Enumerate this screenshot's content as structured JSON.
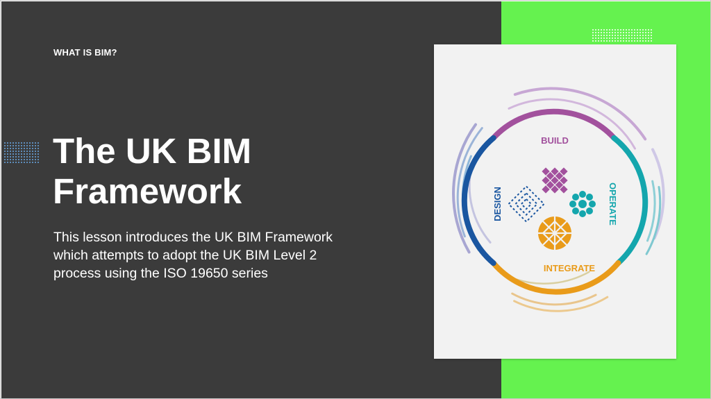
{
  "slide": {
    "eyebrow": "WHAT IS BIM?",
    "title_line1": "The UK BIM",
    "title_line2": "Framework",
    "subtitle_line1": "This lesson introduces the UK BIM Framework",
    "subtitle_line2": "which attempts to adopt the UK BIM Level 2",
    "subtitle_line3": "process using the ISO 19650 series"
  },
  "framework_diagram": {
    "stages": {
      "build": "BUILD",
      "operate": "OPERATE",
      "integrate": "INTEGRATE",
      "design": "DESIGN"
    }
  },
  "colors": {
    "left_panel": "#3b3b3b",
    "right_panel": "#65f24f",
    "card": "#f2f2f2",
    "build": "#a2519d",
    "operate": "#14a6ad",
    "integrate": "#e99b1a",
    "design": "#1a56a0",
    "dot_accent": "#6aa9e6"
  }
}
